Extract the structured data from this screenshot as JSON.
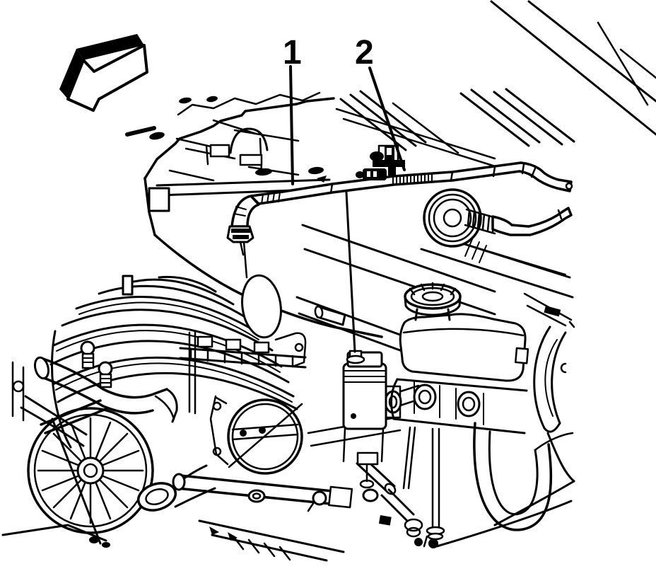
{
  "figure": {
    "kind": "service-manual-line-illustration",
    "colors": {
      "background": "#ffffff",
      "line": "#000000"
    },
    "callouts": [
      {
        "label": "1"
      },
      {
        "label": "2"
      }
    ],
    "icons": {
      "front_arrow": "front-of-vehicle-direction-arrow"
    }
  }
}
